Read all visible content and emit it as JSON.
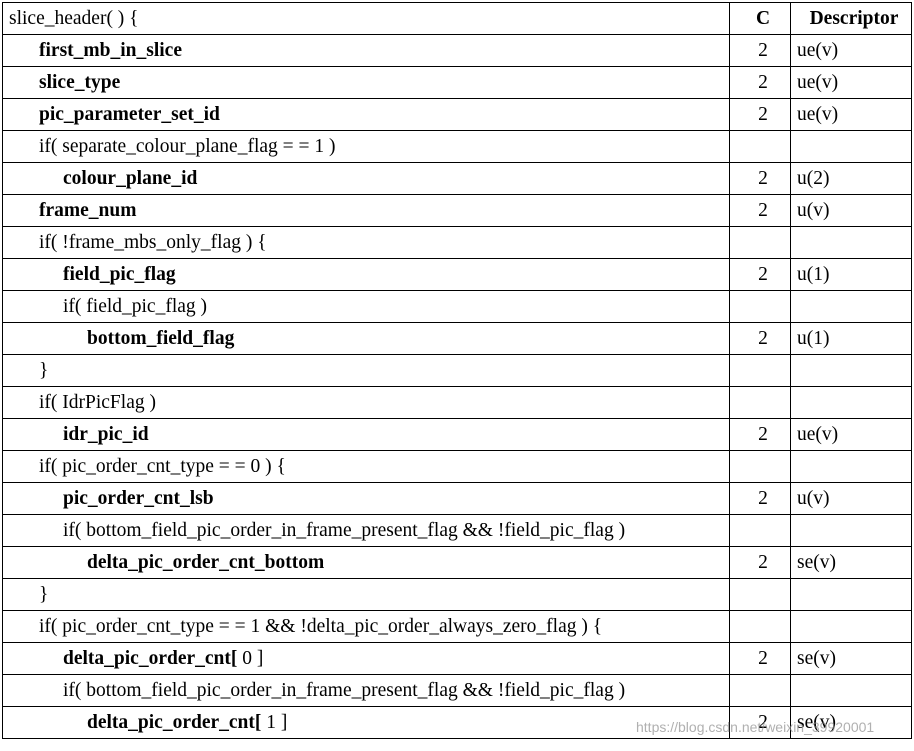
{
  "table": {
    "header": {
      "syntax": "slice_header( ) {",
      "c": "C",
      "descriptor": "Descriptor"
    },
    "rows": [
      {
        "indent": 1,
        "kind": "element",
        "text": "first_mb_in_slice",
        "c": "2",
        "descriptor": "ue(v)"
      },
      {
        "indent": 1,
        "kind": "element",
        "text": "slice_type",
        "c": "2",
        "descriptor": "ue(v)"
      },
      {
        "indent": 1,
        "kind": "element",
        "text": "pic_parameter_set_id",
        "c": "2",
        "descriptor": "ue(v)"
      },
      {
        "indent": 1,
        "kind": "code",
        "text": "if( separate_colour_plane_flag  = =  1 )",
        "c": "",
        "descriptor": ""
      },
      {
        "indent": 2,
        "kind": "element",
        "text": "colour_plane_id",
        "c": "2",
        "descriptor": "u(2)"
      },
      {
        "indent": 1,
        "kind": "element",
        "text": "frame_num",
        "c": "2",
        "descriptor": "u(v)"
      },
      {
        "indent": 1,
        "kind": "code",
        "text": "if( !frame_mbs_only_flag ) {",
        "c": "",
        "descriptor": ""
      },
      {
        "indent": 2,
        "kind": "element",
        "text": "field_pic_flag",
        "c": "2",
        "descriptor": "u(1)"
      },
      {
        "indent": 2,
        "kind": "code",
        "text": "if( field_pic_flag )",
        "c": "",
        "descriptor": ""
      },
      {
        "indent": 3,
        "kind": "element",
        "text": "bottom_field_flag",
        "c": "2",
        "descriptor": "u(1)"
      },
      {
        "indent": 1,
        "kind": "code",
        "text": "}",
        "c": "",
        "descriptor": ""
      },
      {
        "indent": 1,
        "kind": "code",
        "text": "if( IdrPicFlag )",
        "c": "",
        "descriptor": ""
      },
      {
        "indent": 2,
        "kind": "element",
        "text": "idr_pic_id",
        "c": "2",
        "descriptor": "ue(v)"
      },
      {
        "indent": 1,
        "kind": "code",
        "text": "if( pic_order_cnt_type  = =  0 ) {",
        "c": "",
        "descriptor": ""
      },
      {
        "indent": 2,
        "kind": "element",
        "text": "pic_order_cnt_lsb",
        "c": "2",
        "descriptor": "u(v)"
      },
      {
        "indent": 2,
        "kind": "code",
        "text": "if( bottom_field_pic_order_in_frame_present_flag &&  !field_pic_flag )",
        "c": "",
        "descriptor": ""
      },
      {
        "indent": 3,
        "kind": "element",
        "text": "delta_pic_order_cnt_bottom",
        "c": "2",
        "descriptor": "se(v)"
      },
      {
        "indent": 1,
        "kind": "code",
        "text": "}",
        "c": "",
        "descriptor": ""
      },
      {
        "indent": 1,
        "kind": "code",
        "text": "if( pic_order_cnt_type = = 1 && !delta_pic_order_always_zero_flag ) {",
        "c": "",
        "descriptor": ""
      },
      {
        "indent": 2,
        "kind": "element",
        "text": "delta_pic_order_cnt[",
        "suffix": " 0 ]",
        "c": "2",
        "descriptor": "se(v)"
      },
      {
        "indent": 2,
        "kind": "code",
        "text": "if( bottom_field_pic_order_in_frame_present_flag  &&  !field_pic_flag )",
        "c": "",
        "descriptor": ""
      },
      {
        "indent": 3,
        "kind": "element",
        "text": "delta_pic_order_cnt[",
        "suffix": " 1 ]",
        "c": "2",
        "descriptor": "se(v)"
      }
    ]
  },
  "watermark": "https://blog.csdn.net/weixin_39920001"
}
